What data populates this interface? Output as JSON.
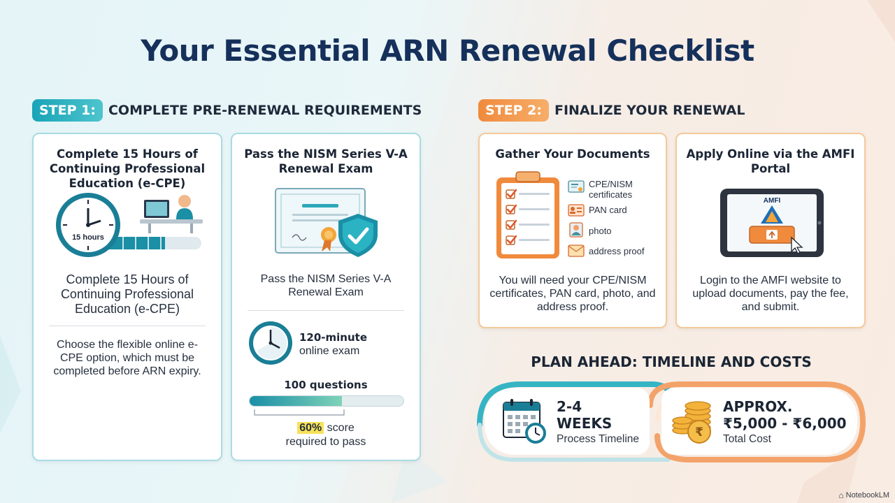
{
  "title": "Your Essential ARN Renewal Checklist",
  "step1": {
    "badge": "STEP 1:",
    "heading": "COMPLETE PRE-RENEWAL REQUIREMENTS",
    "card_ecpe": {
      "title": "Complete 15 Hours of Continuing Professional Education (e-CPE)",
      "clock_label": "15 hours",
      "subtitle": "Complete 15 Hours of Continuing Professional Education (e-CPE)",
      "body": "Choose the flexible online e-CPE option, which must be completed before ARN expiry."
    },
    "card_exam": {
      "title": "Pass the NISM Series V-A Renewal Exam",
      "subtitle": "Pass the NISM Series V-A Renewal Exam",
      "duration_bold": "120-minute",
      "duration_rest": "online exam",
      "questions": "100 questions",
      "score_pct": "60%",
      "score_rest": "score",
      "score_line2": "required to pass",
      "progress_fraction": 0.6
    }
  },
  "step2": {
    "badge": "STEP 2:",
    "heading": "FINALIZE YOUR RENEWAL",
    "card_docs": {
      "title": "Gather Your Documents",
      "items": [
        "CPE/NISM certificates",
        "PAN card",
        "photo",
        "address proof"
      ],
      "body": "You will need your CPE/NISM certificates, PAN card, photo, and address proof."
    },
    "card_apply": {
      "title": "Apply Online via the AMFI Portal",
      "screen_label": "AMFI",
      "body": "Login to the AMFI website to upload documents, pay the fee, and submit."
    }
  },
  "plan": {
    "title": "PLAN AHEAD: TIMELINE AND COSTS",
    "timeline_value_line1": "2-4",
    "timeline_value_line2": "WEEKS",
    "timeline_label": "Process Timeline",
    "cost_value_line1": "APPROX.",
    "cost_value_line2": "₹5,000 - ₹6,000",
    "cost_label": "Total Cost"
  },
  "footer": {
    "brand": "NotebookLM"
  },
  "colors": {
    "teal": "#1aa6b8",
    "orange": "#f08a3c",
    "navy": "#15305a"
  }
}
